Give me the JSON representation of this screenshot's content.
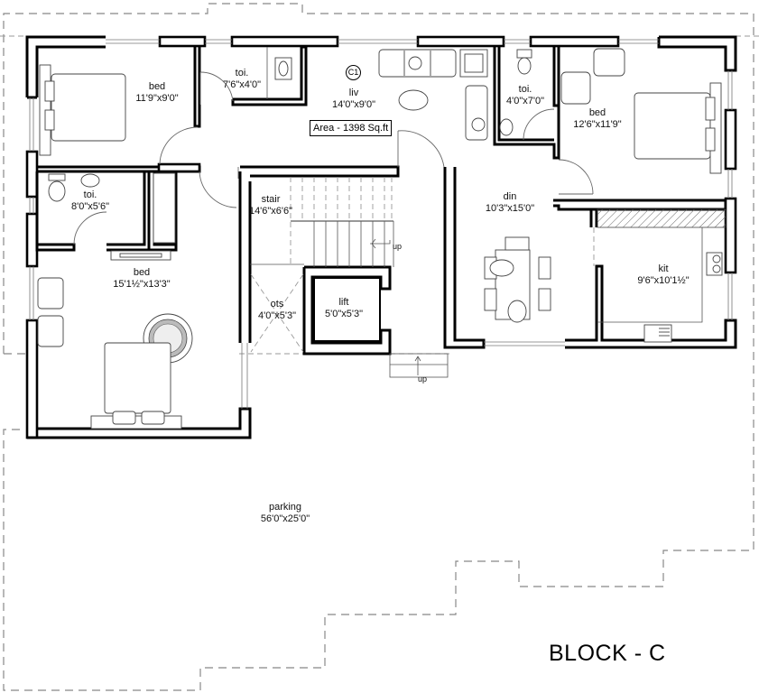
{
  "title": "BLOCK - C",
  "area_label": "Area - 1398 Sq.ft",
  "column_tag": "C1",
  "rooms": [
    {
      "id": "bed1",
      "name": "bed",
      "size": "11'9\"x9'0\""
    },
    {
      "id": "toi1",
      "name": "toi.",
      "size": "7'6\"x4'0\""
    },
    {
      "id": "liv",
      "name": "liv",
      "size": "14'0\"x9'0\""
    },
    {
      "id": "toi2",
      "name": "toi.",
      "size": "4'0\"x7'0\""
    },
    {
      "id": "bed2",
      "name": "bed",
      "size": "12'6\"x11'9\""
    },
    {
      "id": "toi3",
      "name": "toi.",
      "size": "8'0\"x5'6\""
    },
    {
      "id": "stair",
      "name": "stair",
      "size": "14'6\"x6'6\""
    },
    {
      "id": "din",
      "name": "din",
      "size": "10'3\"x15'0\""
    },
    {
      "id": "bed3",
      "name": "bed",
      "size": "15'1½\"x13'3\""
    },
    {
      "id": "kit",
      "name": "kit",
      "size": "9'6\"x10'1½\""
    },
    {
      "id": "ots",
      "name": "ots",
      "size": "4'0\"x5'3\""
    },
    {
      "id": "lift",
      "name": "lift",
      "size": "5'0\"x5'3\""
    },
    {
      "id": "parking",
      "name": "parking",
      "size": "56'0\"x25'0\""
    }
  ],
  "arrows": {
    "stair_up": "up",
    "entry_up": "up"
  }
}
